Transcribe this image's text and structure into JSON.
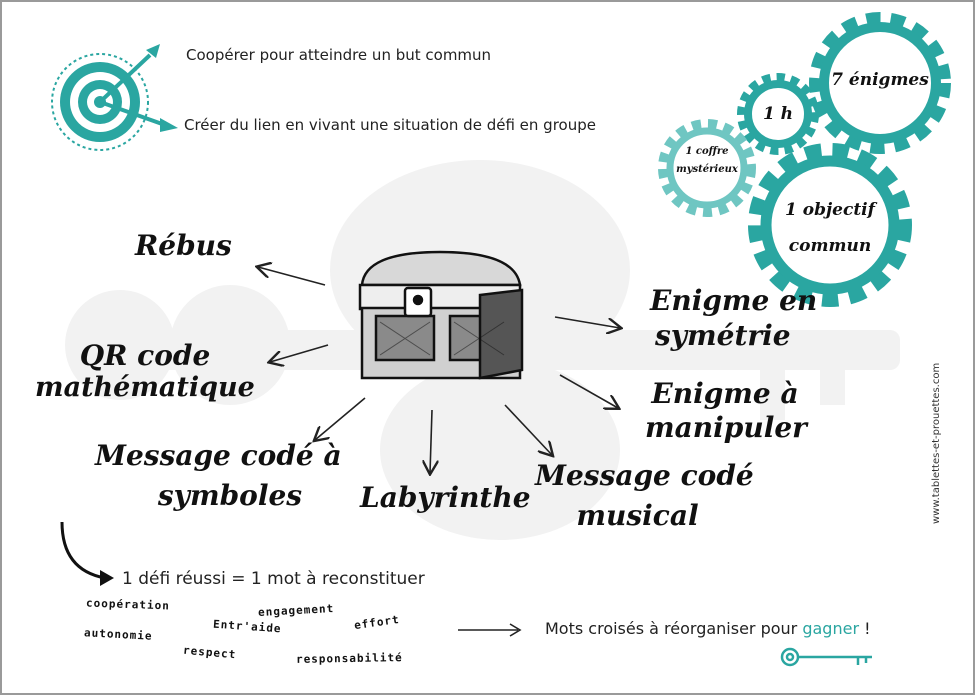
{
  "goals": {
    "goal_1": "Coopérer pour atteindre un but commun",
    "goal_2": "Créer du lien en vivant une situation de défi en groupe"
  },
  "gears": {
    "enigmes": "7 énigmes",
    "duree": "1 h",
    "coffre_line1": "1 coffre",
    "coffre_line2": "mystérieux",
    "objectif_line1": "1 objectif",
    "objectif_line2": "commun"
  },
  "challenges": {
    "rebus": "Rébus",
    "qr_line1": "QR code",
    "qr_line2": "mathématique",
    "symboles_line1": "Message codé à",
    "symboles_line2": "symboles",
    "labyrinthe": "Labyrinthe",
    "musical_line1": "Message codé",
    "musical_line2": "musical",
    "manipuler_line1": "Enigme à",
    "manipuler_line2": "manipuler",
    "symetrie_line1": "Enigme en",
    "symetrie_line2": "symétrie"
  },
  "rule": "1 défi réussi = 1 mot à reconstituer",
  "words": [
    "coopération",
    "engagement",
    "effort",
    "Entr'aide",
    "autonomie",
    "respect",
    "responsabilité"
  ],
  "final": {
    "text": "Mots croisés à réorganiser pour",
    "highlight": "gagner",
    "end": " !"
  },
  "credit": "www.tablettes-et-prouettes.com",
  "colors": {
    "accent": "#2aa6a1",
    "ink": "#111111",
    "frame": "#9a9a9a"
  },
  "icons": [
    "target-icon",
    "treasure-chest-icon",
    "key-icon",
    "gear-icon",
    "arrow-icon"
  ]
}
